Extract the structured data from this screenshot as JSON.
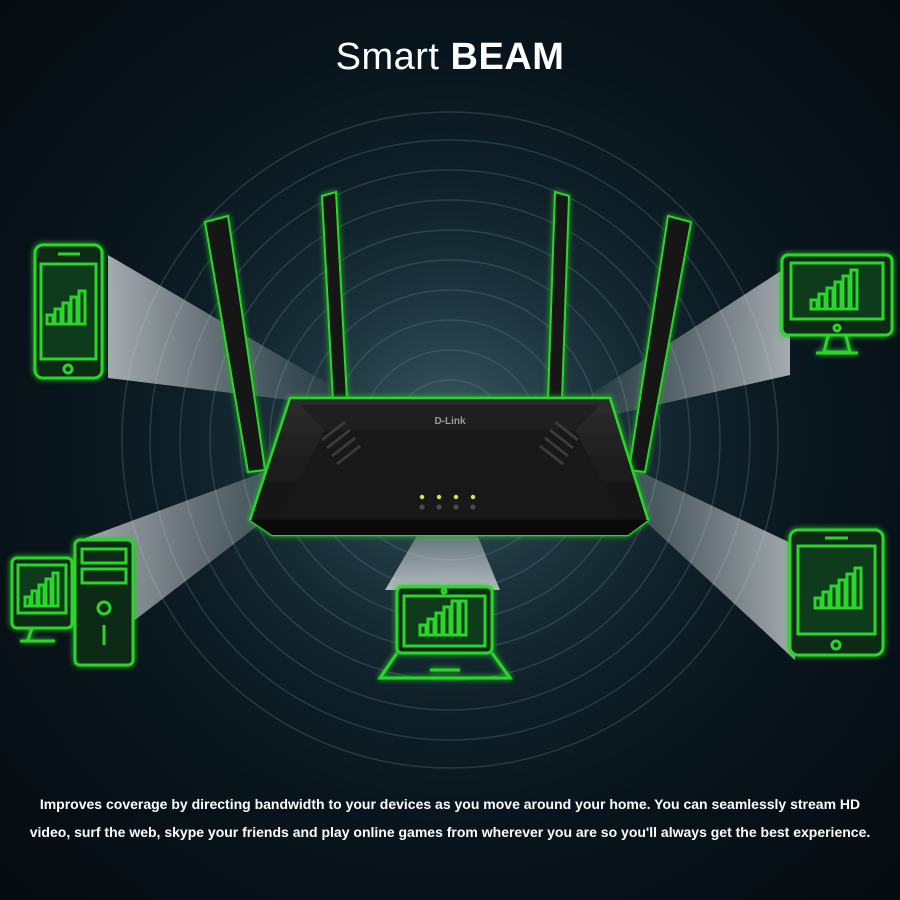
{
  "header": {
    "title_light": "Smart",
    "title_bold": "BEAM"
  },
  "router": {
    "brand": "D-Link"
  },
  "description": "Improves coverage by directing bandwidth to your devices as you move around your home. You can seamlessly stream HD video, surf the web, skype your friends and play online games from wherever you are so you'll always get the best experience.",
  "colors": {
    "accent_green": "#2bd62b",
    "background": "#0b1a22",
    "beam": "#d8dde0"
  },
  "devices": [
    {
      "name": "smartphone-icon"
    },
    {
      "name": "desktop-monitor-icon"
    },
    {
      "name": "desktop-pc-icon"
    },
    {
      "name": "laptop-icon"
    },
    {
      "name": "tablet-icon"
    }
  ]
}
